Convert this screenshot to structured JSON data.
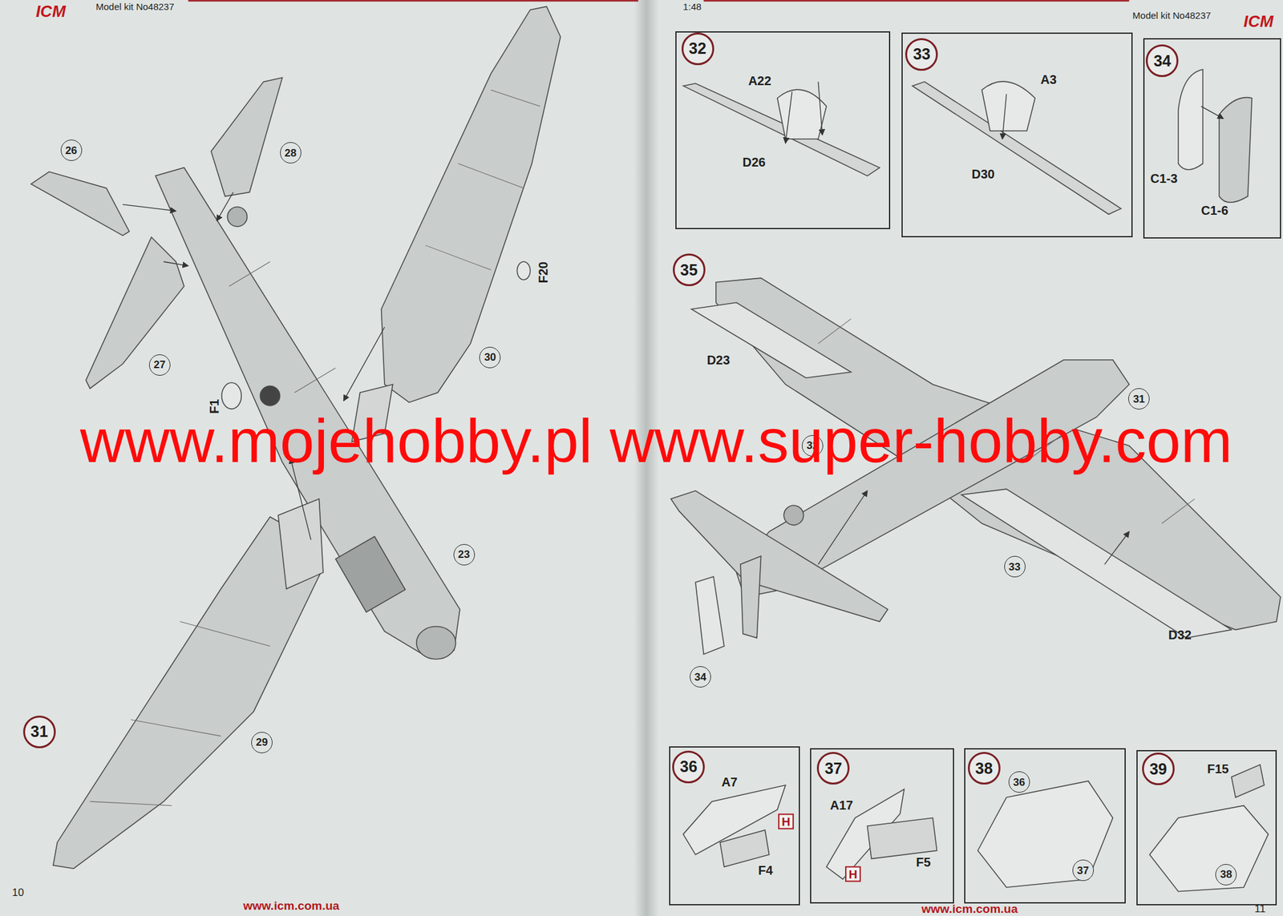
{
  "diagram": {
    "nodes": [
      {
        "text": [
          "32",
          "A22",
          "D26"
        ]
      },
      {
        "text": [
          "33",
          "A3",
          "D30"
        ]
      },
      {
        "text": [
          "34",
          "C1-3",
          "C1-6"
        ]
      },
      {
        "text": [
          "36",
          "A7",
          "H",
          "F4"
        ]
      },
      {
        "text": [
          "37",
          "A17",
          "H",
          "F5"
        ]
      },
      {
        "text": [
          "38",
          "36",
          "37"
        ]
      },
      {
        "text": [
          "39",
          "F15",
          "38"
        ]
      }
    ],
    "labels": [
      "ICM",
      "Model kit No48237",
      "26",
      "28",
      "27",
      "F1",
      "30",
      "F20",
      "23",
      "29",
      "31",
      "10",
      "www.icm.com.ua",
      "1:48",
      "Model kit No48237",
      "ICM",
      "35",
      "D23",
      "31",
      "32",
      "33",
      "D32",
      "34",
      "11",
      "www.icm.com.ua",
      "www.mojehobby.pl www.super-hobby.com"
    ]
  }
}
